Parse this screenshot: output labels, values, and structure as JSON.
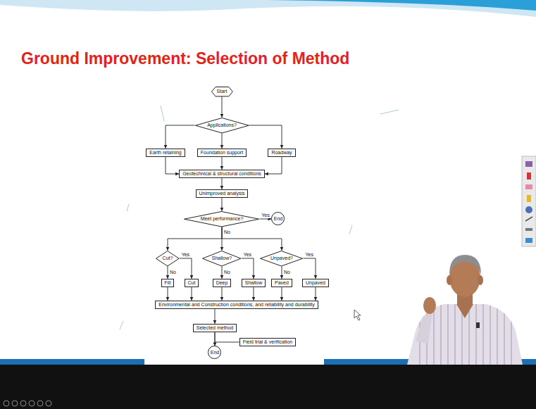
{
  "diagram": {
    "title": "Ground Improvement: Selection of Method",
    "nodes": [
      {
        "text": [
          "Start"
        ]
      },
      {
        "text": [
          "Applications?"
        ]
      },
      {
        "text": [
          "Earth retaining"
        ]
      },
      {
        "text": [
          "Foundation support"
        ]
      },
      {
        "text": [
          "Roadway"
        ]
      },
      {
        "text": [
          "Geotechnical & structural conditions"
        ]
      },
      {
        "text": [
          "Unimproved analysis"
        ]
      },
      {
        "text": [
          "Meet performance?"
        ]
      },
      {
        "text": [
          "End"
        ]
      },
      {
        "text": [
          "Cut?"
        ]
      },
      {
        "text": [
          "Shallow?"
        ]
      },
      {
        "text": [
          "Unpaved?"
        ]
      },
      {
        "text": [
          "Fill"
        ]
      },
      {
        "text": [
          "Cut"
        ]
      },
      {
        "text": [
          "Deep"
        ]
      },
      {
        "text": [
          "Shallow"
        ]
      },
      {
        "text": [
          "Paved"
        ]
      },
      {
        "text": [
          "Unpaved"
        ]
      },
      {
        "text": [
          "Environmental and Construction conditions, and reliability and durability"
        ]
      },
      {
        "text": [
          "Selected method"
        ]
      },
      {
        "text": [
          "Field trial & verification"
        ]
      },
      {
        "text": [
          "End"
        ]
      }
    ],
    "edges": [
      {
        "from": 0,
        "to": 1,
        "arrow": "to"
      },
      {
        "from": 1,
        "to": 2,
        "arrow": "to"
      },
      {
        "from": 1,
        "to": 3,
        "arrow": "to"
      },
      {
        "from": 1,
        "to": 4,
        "arrow": "to"
      },
      {
        "from": 2,
        "to": 5,
        "arrow": "to"
      },
      {
        "from": 3,
        "to": 5,
        "arrow": "to"
      },
      {
        "from": 4,
        "to": 5,
        "arrow": "to"
      },
      {
        "from": 5,
        "to": 6,
        "arrow": "to"
      },
      {
        "from": 6,
        "to": 7,
        "arrow": "to"
      },
      {
        "from": 7,
        "to": 8,
        "label": "Yes",
        "arrow": "to"
      },
      {
        "from": 7,
        "to": 9,
        "arrow": "to"
      },
      {
        "from": 7,
        "to": 10,
        "label": "No",
        "arrow": "to"
      },
      {
        "from": 7,
        "to": 11,
        "arrow": "to"
      },
      {
        "from": 9,
        "to": 12,
        "label": "No",
        "arrow": "to"
      },
      {
        "from": 9,
        "to": 13,
        "label": "Yes",
        "arrow": "to"
      },
      {
        "from": 10,
        "to": 14,
        "label": "No",
        "arrow": "to"
      },
      {
        "from": 10,
        "to": 15,
        "label": "Yes",
        "arrow": "to"
      },
      {
        "from": 11,
        "to": 16,
        "label": "No",
        "arrow": "to"
      },
      {
        "from": 11,
        "to": 17,
        "label": "Yes",
        "arrow": "to"
      },
      {
        "from": 12,
        "to": 18,
        "arrow": "to"
      },
      {
        "from": 13,
        "to": 18,
        "arrow": "to"
      },
      {
        "from": 14,
        "to": 18,
        "arrow": "to"
      },
      {
        "from": 15,
        "to": 18,
        "arrow": "to"
      },
      {
        "from": 16,
        "to": 18,
        "arrow": "to"
      },
      {
        "from": 17,
        "to": 18,
        "arrow": "to"
      },
      {
        "from": 18,
        "to": 19,
        "arrow": "to"
      },
      {
        "from": 19,
        "to": 21,
        "arrow": "to"
      },
      {
        "from": 19,
        "to": 20,
        "arrow": "none"
      }
    ]
  }
}
